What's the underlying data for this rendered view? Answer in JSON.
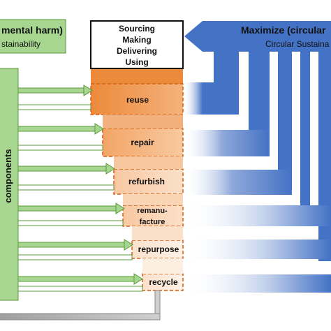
{
  "left_banner": {
    "title": "mental harm)",
    "subtitle": "stainability",
    "color": "#a6d68f"
  },
  "right_banner": {
    "title": "Maximize (circular",
    "subtitle": "Circular Sustaina",
    "color": "#4472c4"
  },
  "central_box": {
    "lines": [
      "Sourcing",
      "Making",
      "Delivering",
      "Using"
    ]
  },
  "components_label": "components",
  "stages": [
    {
      "id": "reuse",
      "label": "reuse"
    },
    {
      "id": "repair",
      "label": "repair"
    },
    {
      "id": "refurbish",
      "label": "refurbish"
    },
    {
      "id": "remanufacture",
      "label_line1": "remanu-",
      "label_line2": "facture"
    },
    {
      "id": "repurpose",
      "label": "repurpose"
    },
    {
      "id": "recycle",
      "label": "recycle"
    }
  ],
  "colors": {
    "orange_dark": "#ee8a3a",
    "orange_light": "#f7c9a3",
    "blue": "#4472c4",
    "green": "#a6d68f",
    "green_border": "#5a9a3a"
  }
}
